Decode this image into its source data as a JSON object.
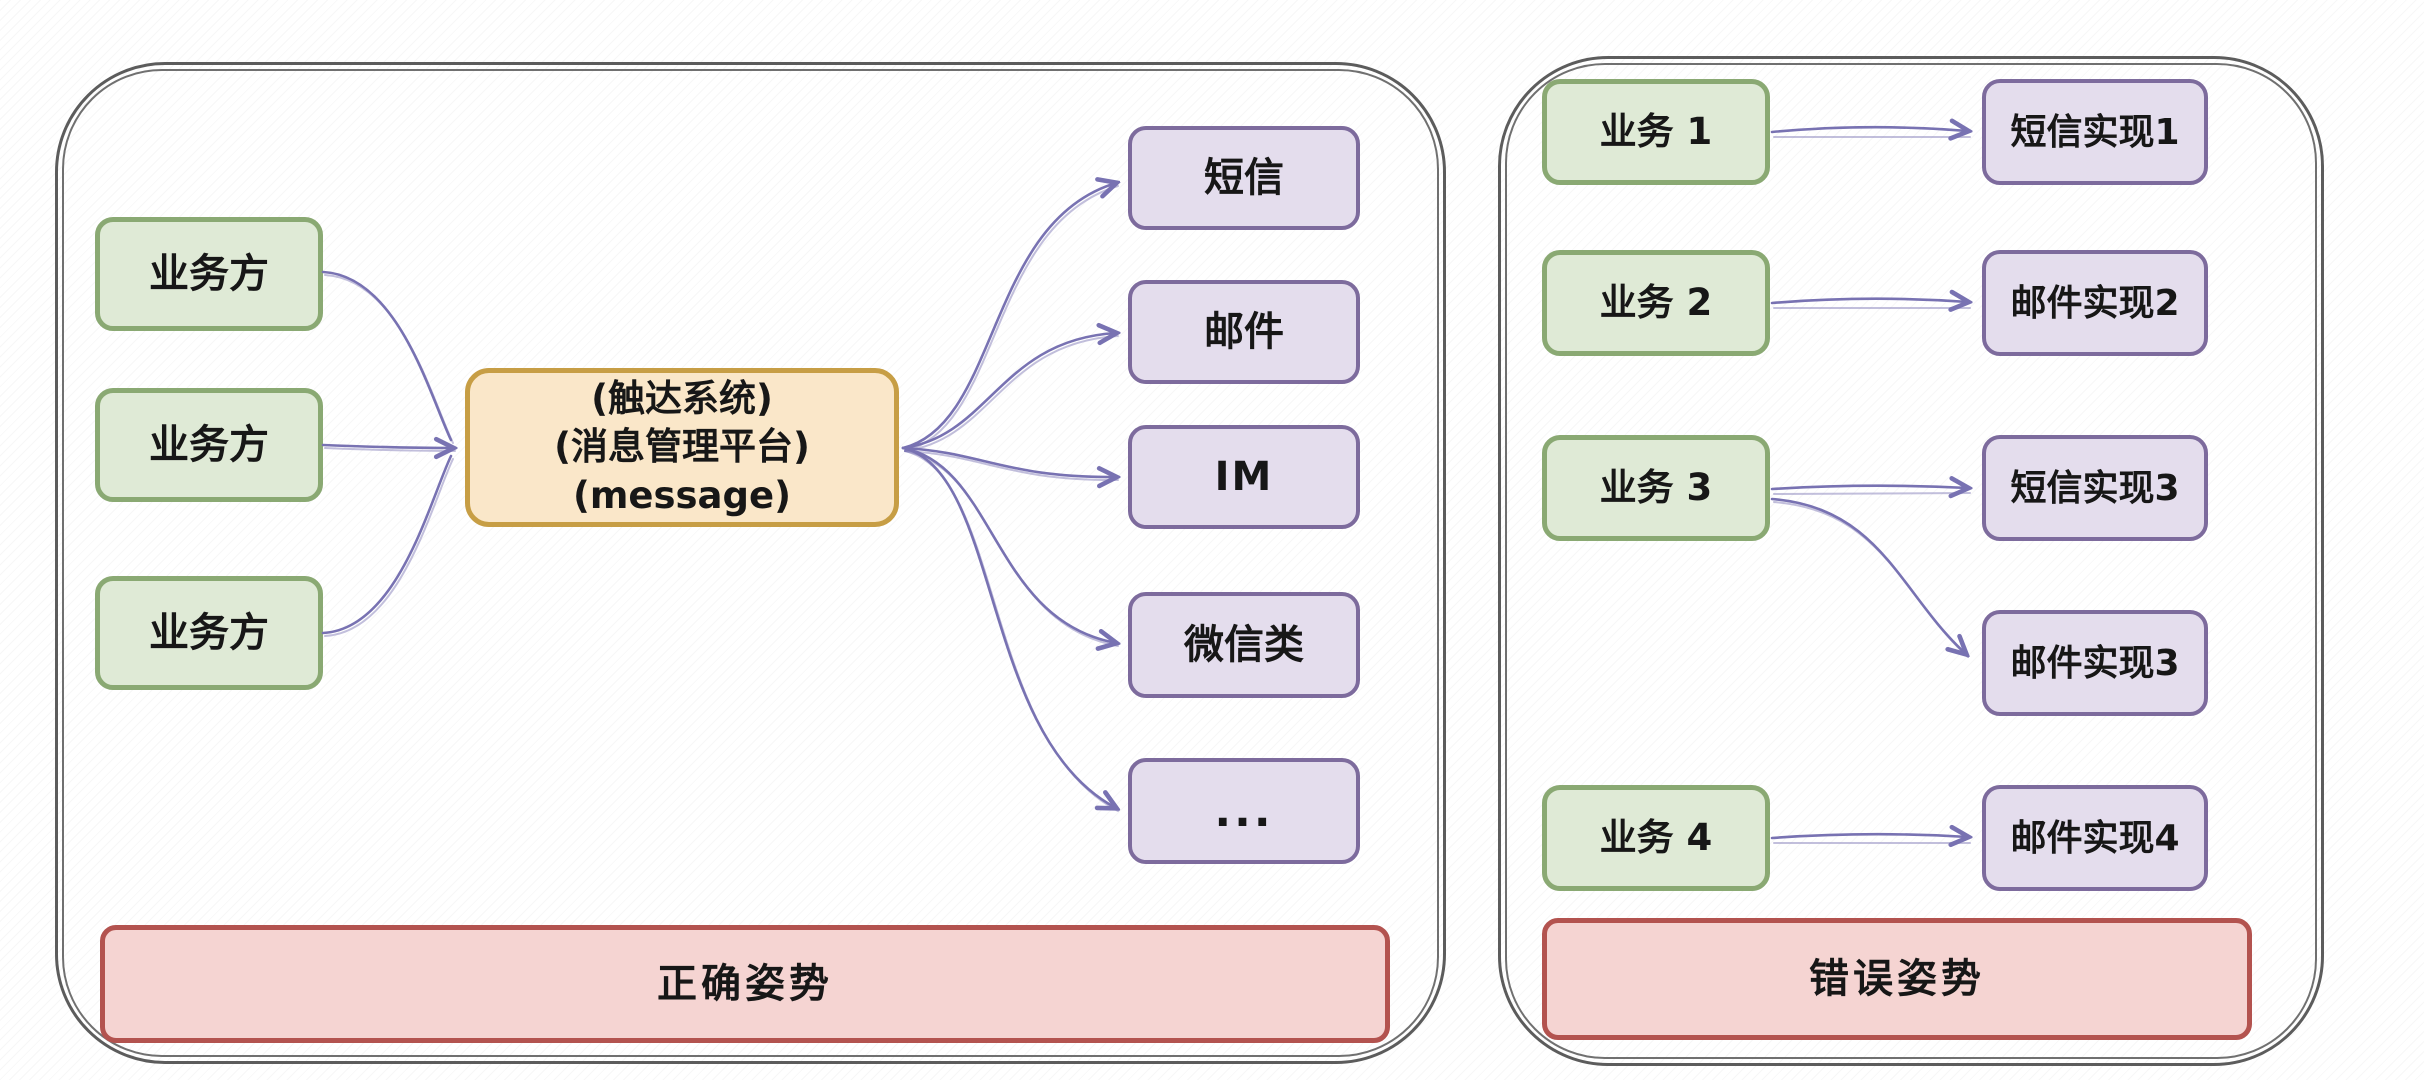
{
  "diagram_title": "",
  "colors": {
    "source_fill": "#dfead6",
    "source_border": "#8aa973",
    "hub_fill": "#fae7c9",
    "hub_border": "#c79e45",
    "channel_fill": "#e4dded",
    "channel_border": "#7d6b9d",
    "banner_fill": "#f5d4d2",
    "banner_border": "#b3534f",
    "arrow": "#7872b2",
    "panel_border": "#5c5c5c"
  },
  "left_panel": {
    "sources": [
      "业务方",
      "业务方",
      "业务方"
    ],
    "hub_lines": [
      "(触达系统)",
      "(消息管理平台)",
      "(message)"
    ],
    "channels": [
      "短信",
      "邮件",
      "IM",
      "微信类",
      "..."
    ],
    "footer": "正确姿势"
  },
  "right_panel": {
    "businesses": [
      "业务 1",
      "业务 2",
      "业务 3",
      "业务 4"
    ],
    "implementations": [
      "短信实现1",
      "邮件实现2",
      "短信实现3",
      "邮件实现3",
      "邮件实现4"
    ],
    "footer": "错误姿势"
  }
}
